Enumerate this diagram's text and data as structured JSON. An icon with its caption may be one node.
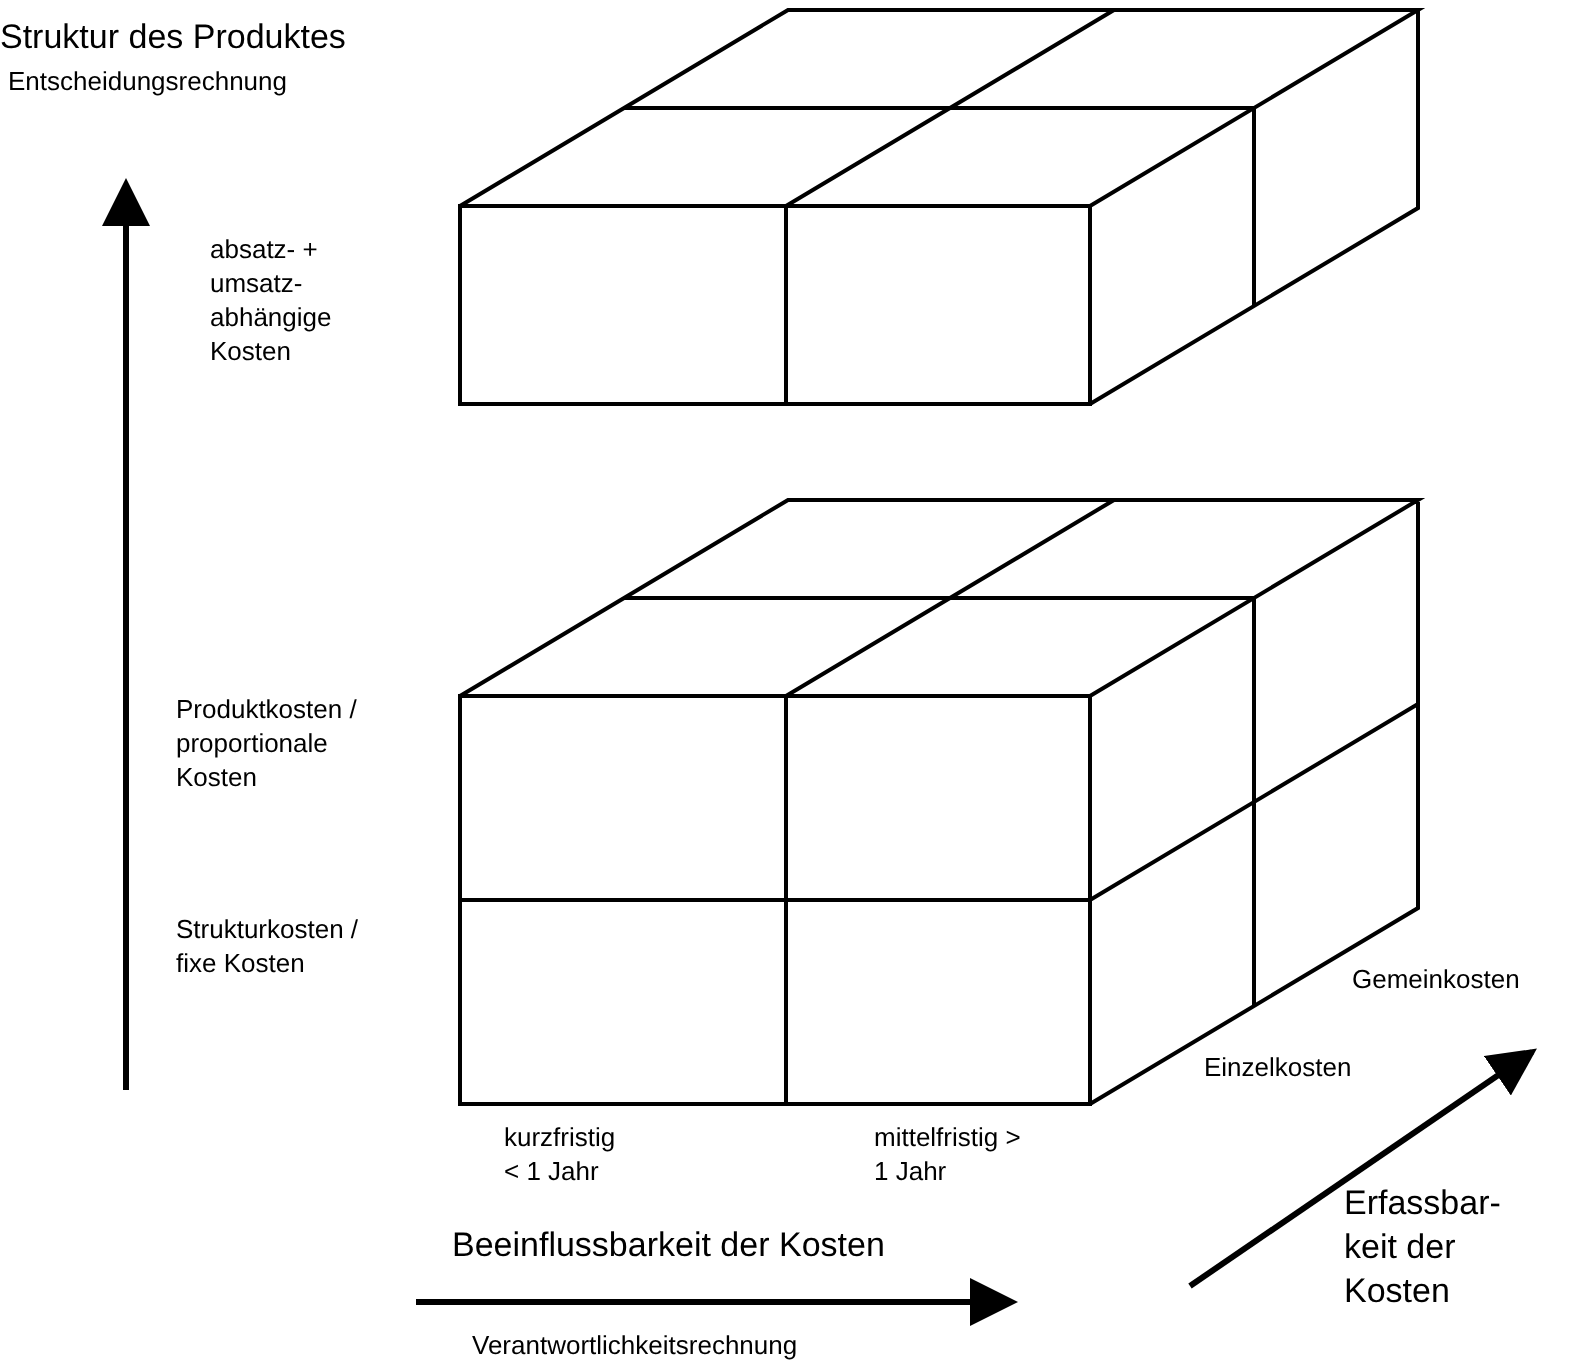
{
  "diagram": {
    "labels": [
      "Struktur des Produktes",
      "Entscheidungsrechnung",
      "absatz- + umsatz- abhängige Kosten",
      "Produktkosten / proportionale Kosten",
      "Strukturkosten / fixe Kosten",
      "Gemeinkosten",
      "Einzelkosten",
      "kurzfristig < 1 Jahr",
      "mittelfristig > 1 Jahr",
      "Erfassbar- keit der Kosten",
      "Beeinflussbarkeit der Kosten",
      "Verantwortlichkeitsrechnung"
    ]
  }
}
